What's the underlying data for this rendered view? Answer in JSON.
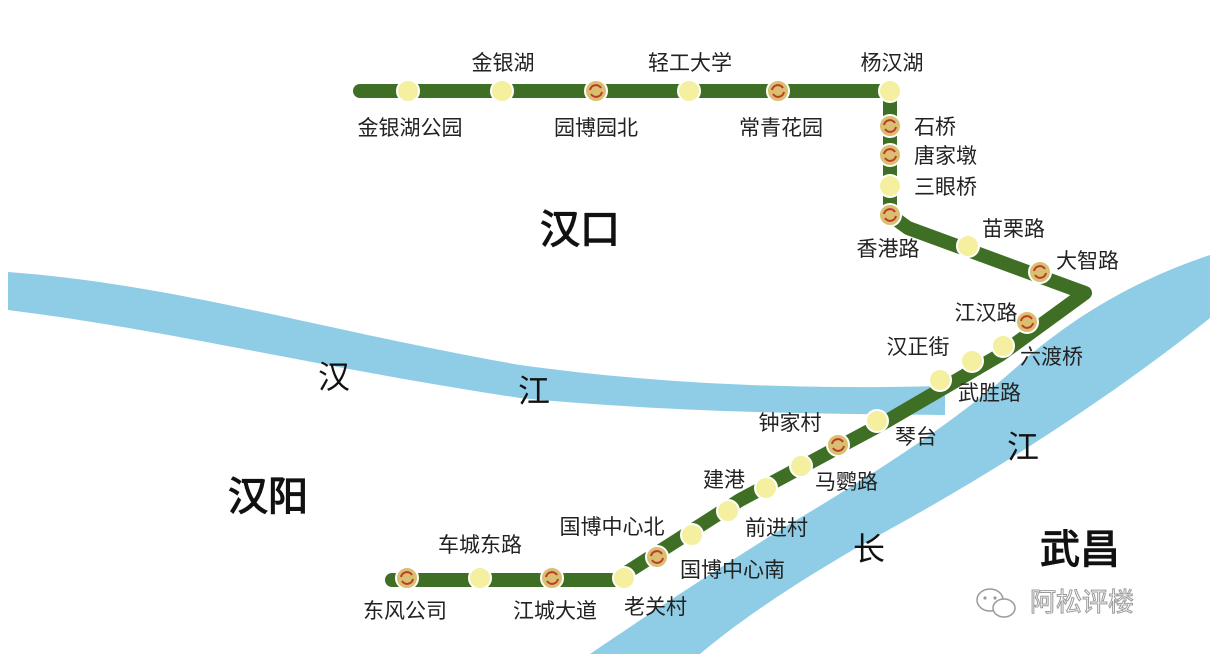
{
  "colors": {
    "line": "#3f6f24",
    "station_fill": "#f4f0a0",
    "transfer_fill": "#d9c070",
    "transfer_mark": "#c0392b",
    "river": "#8fcde6",
    "background": "#ffffff"
  },
  "districts": {
    "hankou": "汉口",
    "hanyang": "汉阳",
    "wuchang": "武昌"
  },
  "rivers": {
    "han_1": "汉",
    "han_2": "江",
    "chang_1": "江",
    "chang_2": "长"
  },
  "watermark": {
    "icon": "wechat-icon",
    "text": "阿松评楼"
  },
  "stations": [
    {
      "name": "金银湖公园",
      "transfer": false
    },
    {
      "name": "金银湖",
      "transfer": false
    },
    {
      "name": "园博园北",
      "transfer": true
    },
    {
      "name": "轻工大学",
      "transfer": false
    },
    {
      "name": "常青花园",
      "transfer": true
    },
    {
      "name": "杨汉湖",
      "transfer": false
    },
    {
      "name": "石桥",
      "transfer": true
    },
    {
      "name": "唐家墩",
      "transfer": true
    },
    {
      "name": "三眼桥",
      "transfer": false
    },
    {
      "name": "香港路",
      "transfer": true
    },
    {
      "name": "苗栗路",
      "transfer": false
    },
    {
      "name": "大智路",
      "transfer": true
    },
    {
      "name": "江汉路",
      "transfer": true
    },
    {
      "name": "六渡桥",
      "transfer": false
    },
    {
      "name": "汉正街",
      "transfer": false
    },
    {
      "name": "武胜路",
      "transfer": false
    },
    {
      "name": "琴台",
      "transfer": false
    },
    {
      "name": "钟家村",
      "transfer": true
    },
    {
      "name": "马鹦路",
      "transfer": false
    },
    {
      "name": "建港",
      "transfer": false
    },
    {
      "name": "前进村",
      "transfer": false
    },
    {
      "name": "国博中心北",
      "transfer": false
    },
    {
      "name": "国博中心南",
      "transfer": true
    },
    {
      "name": "老关村",
      "transfer": false
    },
    {
      "name": "江城大道",
      "transfer": true
    },
    {
      "name": "车城东路",
      "transfer": false
    },
    {
      "name": "东风公司",
      "transfer": true
    }
  ]
}
